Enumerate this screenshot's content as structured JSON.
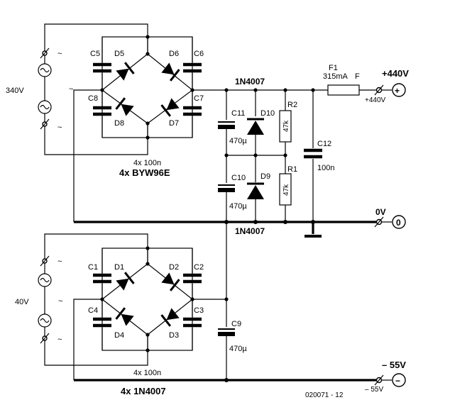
{
  "upper_bridge": {
    "input_voltage": "340V",
    "caps": [
      "C5",
      "C6",
      "C8",
      "C7"
    ],
    "diodes": [
      "D5",
      "D6",
      "D8",
      "D7"
    ],
    "cap_note": "4x 100n",
    "diode_type": "4x BYW96E"
  },
  "lower_bridge": {
    "input_voltage": "40V",
    "caps": [
      "C1",
      "C2",
      "C4",
      "C3"
    ],
    "diodes": [
      "D1",
      "D2",
      "D4",
      "D3"
    ],
    "cap_note": "4x 100n",
    "diode_type": "4x 1N4007"
  },
  "components": {
    "d10_type": "1N4007",
    "d9_type": "1N4007",
    "c11": "C11",
    "c11_value": "470µ",
    "c10": "C10",
    "c10_value": "470µ",
    "c9": "C9",
    "c9_value": "470µ",
    "d10": "D10",
    "d9": "D9",
    "r2": "R2",
    "r2_value": "47k",
    "r1": "R1",
    "r1_value": "47k",
    "c12": "C12",
    "c12_value": "100n",
    "fuse": "F1",
    "fuse_value": "315mA",
    "fuse_type": "F"
  },
  "outputs": {
    "pos": "+440V",
    "pos_small": "+440V",
    "zero": "0V",
    "neg": "– 55V",
    "neg_small": "– 55V"
  },
  "tilde": "~",
  "plus": "+",
  "minus": "−",
  "zero_mark": "0",
  "figure_id": "020071 - 12"
}
